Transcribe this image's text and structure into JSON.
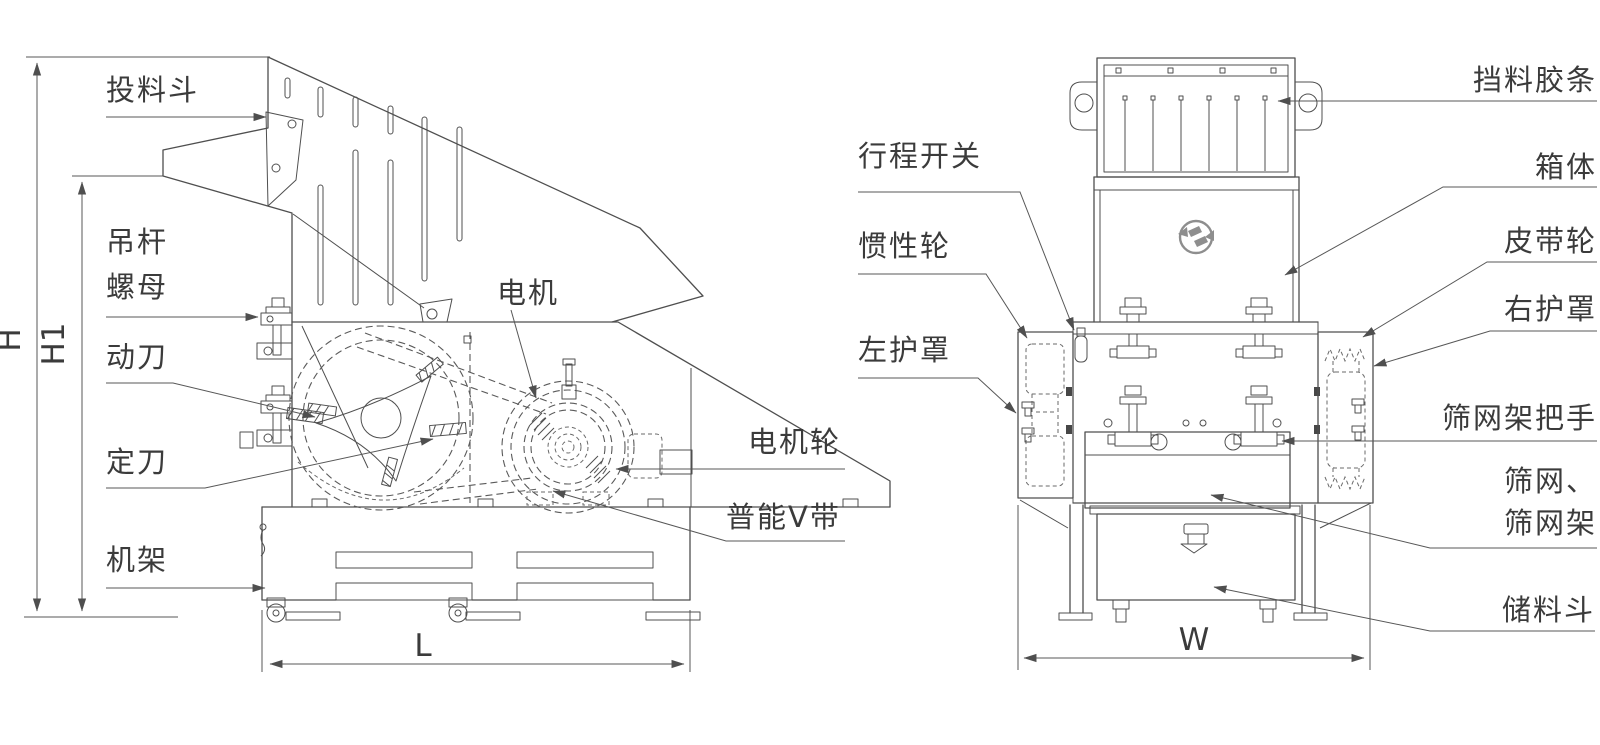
{
  "side_view": {
    "labels": {
      "feed_hopper": "投料斗",
      "hanger_rod": "吊杆",
      "nut": "螺母",
      "moving_blade": "动刀",
      "fixed_blade": "定刀",
      "machine_frame": "机架",
      "motor": "电机",
      "motor_pulley": "电机轮",
      "v_belt": "普能V带"
    },
    "dims": {
      "h": "H",
      "h1": "H1",
      "l": "L"
    }
  },
  "front_view": {
    "labels": {
      "limit_switch": "行程开关",
      "inertia_wheel": "惯性轮",
      "left_guard": "左护罩",
      "baffle_rubber_strip": "挡料胶条",
      "cabinet": "箱体",
      "belt_pulley": "皮带轮",
      "right_guard": "右护罩",
      "screen_frame_handle": "筛网架把手",
      "screen_line1": "筛网、",
      "screen_line2": "筛网架",
      "storage_hopper": "储料斗"
    },
    "dims": {
      "w": "W"
    }
  }
}
